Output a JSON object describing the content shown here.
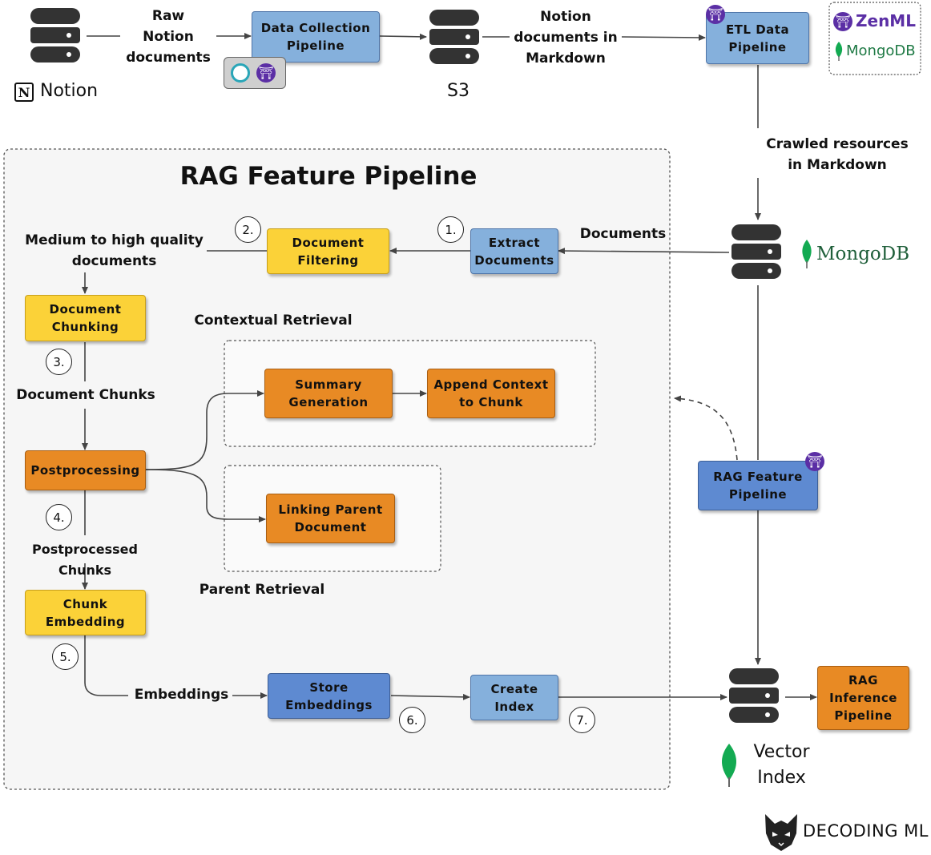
{
  "nodes": {
    "notion_db": "Notion",
    "s3_db": "S3",
    "vector_db": "Vector\nIndex",
    "mongodb_label": "MongoDB",
    "notion_logo_letter": "N"
  },
  "top_flow": {
    "raw_notion": "Raw\nNotion\ndocuments",
    "data_collection": "Data Collection\nPipeline",
    "notion_markdown": "Notion\ndocuments in\nMarkdown",
    "etl_pipeline": "ETL Data\nPipeline",
    "crawled": "Crawled resources\nin Markdown",
    "documents": "Documents"
  },
  "legend": {
    "zenml": "ZenML",
    "mongodb": "MongoDB"
  },
  "rag": {
    "title": "RAG Feature Pipeline",
    "extract": "Extract\nDocuments",
    "filtering": "Document\nFiltering",
    "quality_docs": "Medium to high quality\ndocuments",
    "chunking": "Document\nChunking",
    "doc_chunks": "Document Chunks",
    "postprocessing": "Postprocessing",
    "contextual_title": "Contextual Retrieval",
    "summary": "Summary\nGeneration",
    "append": "Append Context\nto Chunk",
    "parent_title": "Parent Retrieval",
    "linking": "Linking Parent\nDocument",
    "post_chunks": "Postprocessed Chunks",
    "chunk_embedding": "Chunk\nEmbedding",
    "embeddings": "Embeddings",
    "store": "Store\nEmbeddings",
    "create_index": "Create\nIndex"
  },
  "right": {
    "rag_feature": "RAG Feature\nPipeline",
    "rag_inference": "RAG\nInference\nPipeline"
  },
  "steps": [
    "1.",
    "2.",
    "3.",
    "4.",
    "5.",
    "6.",
    "7."
  ],
  "brand": "DECODING ML",
  "colors": {
    "light_blue": "#85b0dc",
    "blue": "#5e8ad1",
    "yellow": "#fbd238",
    "orange": "#e88a24",
    "zenml_purple": "#5b2fa5",
    "mongodb_green": "#13aa52"
  }
}
